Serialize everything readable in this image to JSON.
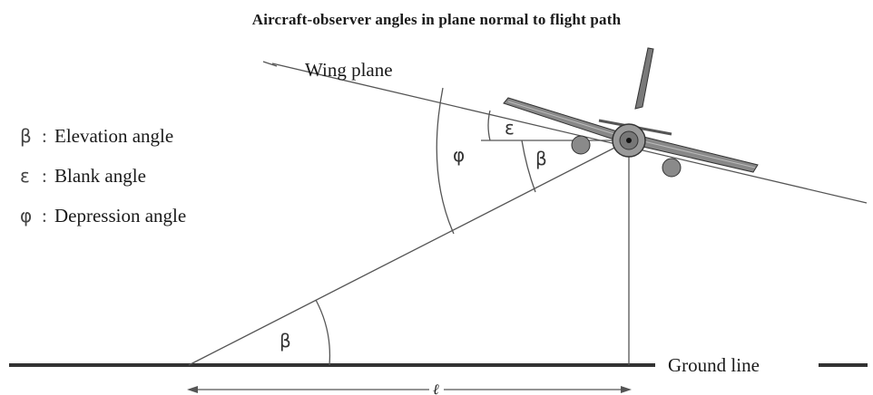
{
  "title": "Aircraft-observer angles in plane normal to flight path",
  "labels": {
    "wing_plane": "Wing plane",
    "ground_line": "Ground line",
    "distance": "ℓ"
  },
  "angles": {
    "epsilon": "ε",
    "phi": "φ",
    "beta_top": "β",
    "beta_ground": "β"
  },
  "legend": [
    {
      "symbol": "β",
      "sep": ":",
      "text": "Elevation angle"
    },
    {
      "symbol": "ε",
      "sep": ":",
      "text": "Blank angle"
    },
    {
      "symbol": "φ",
      "sep": ":",
      "text": "Depression angle"
    }
  ],
  "colors": {
    "line": "#555555",
    "ground": "#333333",
    "aircraft": "#7a7a7a"
  }
}
